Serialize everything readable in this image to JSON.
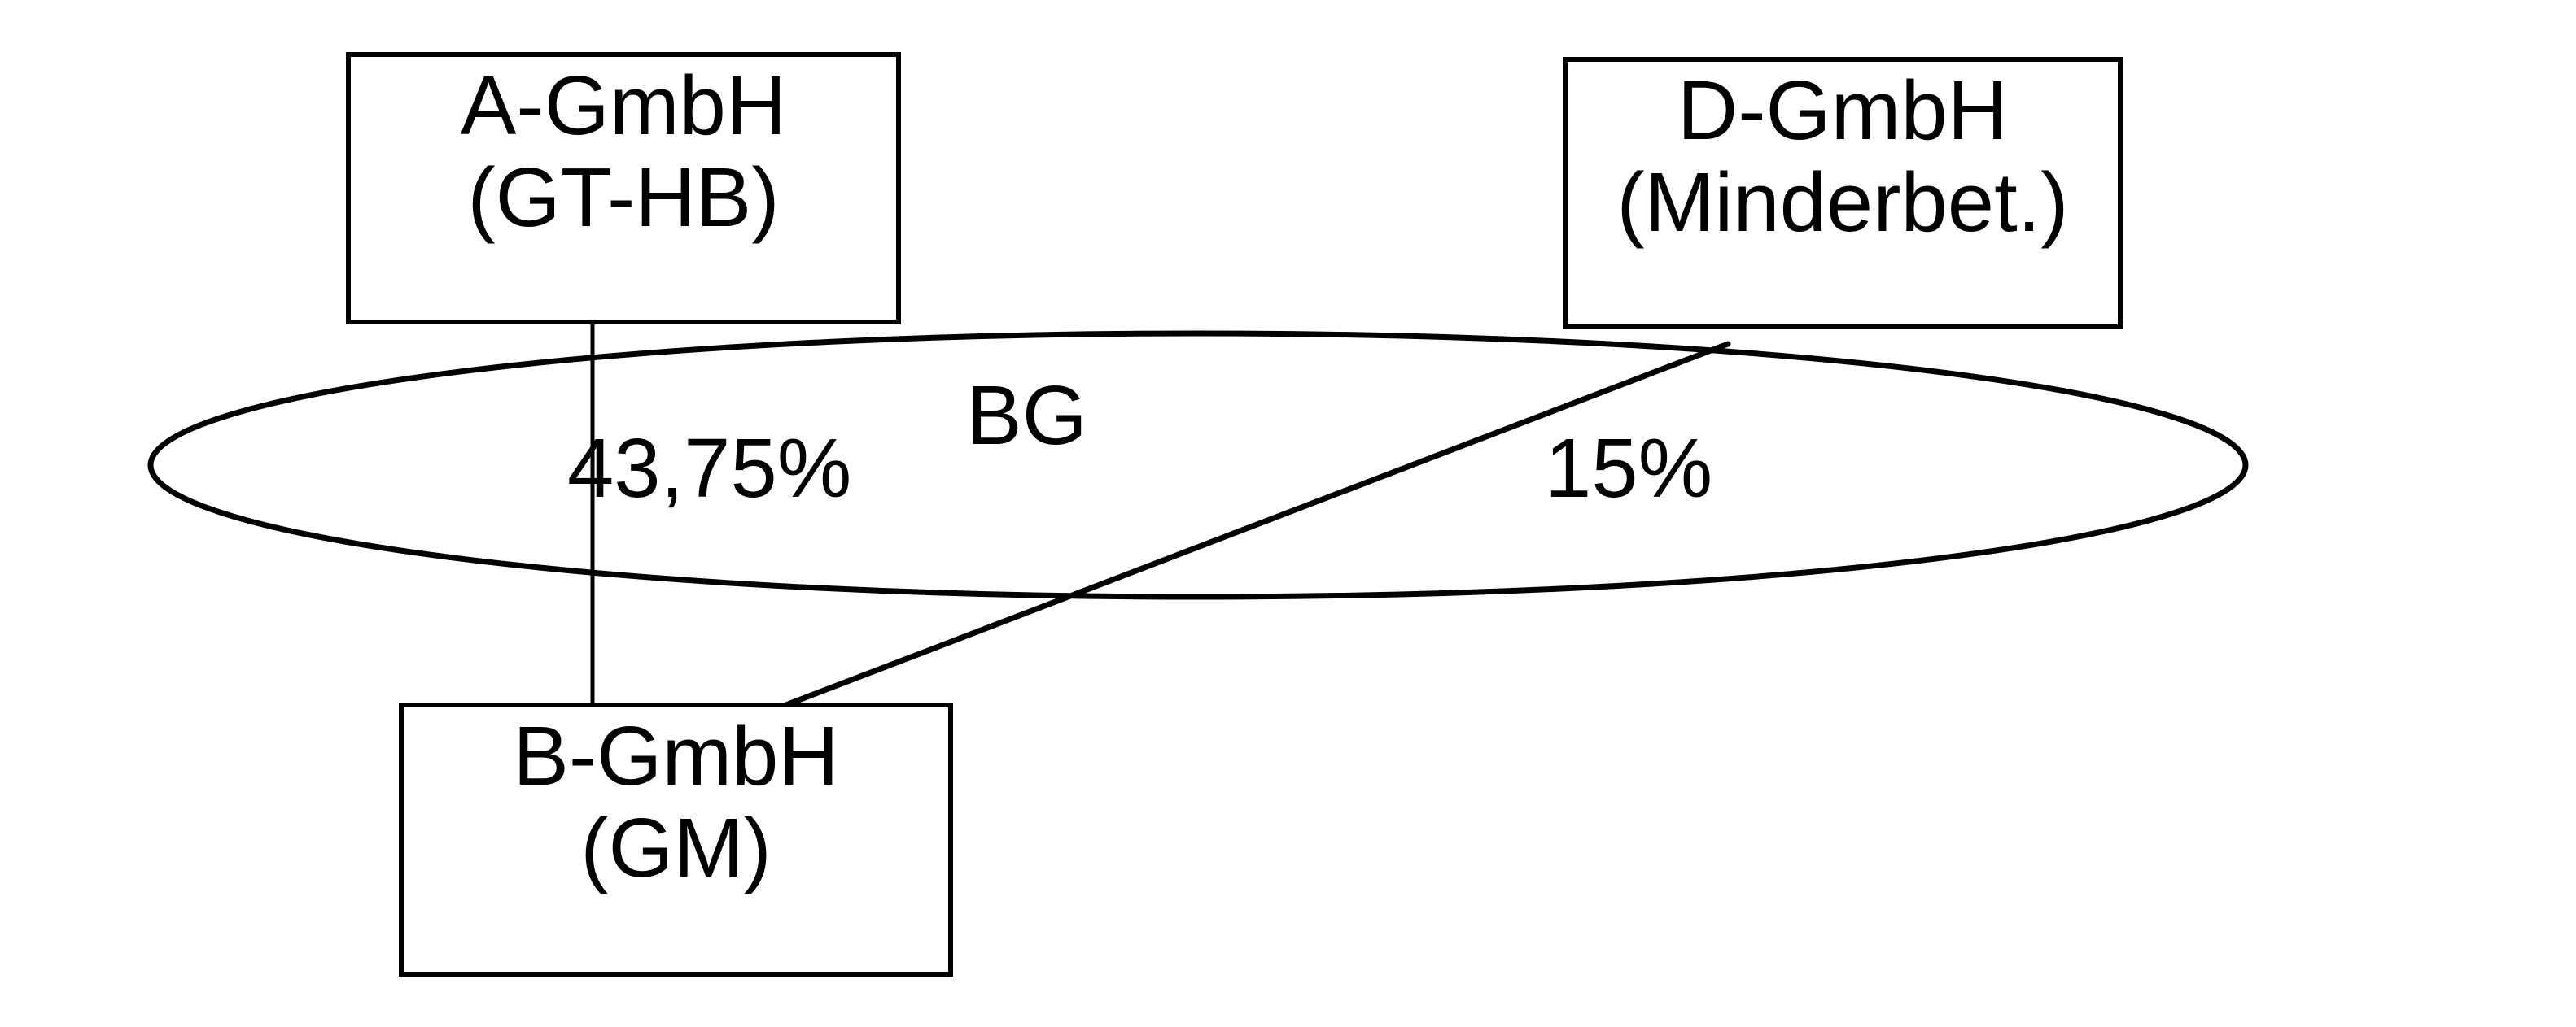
{
  "diagram": {
    "colors": {
      "stroke": "#000000",
      "background": "#ffffff"
    },
    "nodes": {
      "a": {
        "line1": "A-GmbH",
        "line2": "(GT-HB)"
      },
      "d": {
        "line1": "D-GmbH",
        "line2": "(Minderbet.)"
      },
      "b": {
        "line1": "B-GmbH",
        "line2": "(GM)"
      }
    },
    "group": {
      "label": "BG"
    },
    "edges": {
      "a_b": {
        "from": "A-GmbH",
        "to": "B-GmbH",
        "label": "43,75%"
      },
      "d_b": {
        "from": "D-GmbH",
        "to": "B-GmbH",
        "label": "15%"
      }
    }
  }
}
